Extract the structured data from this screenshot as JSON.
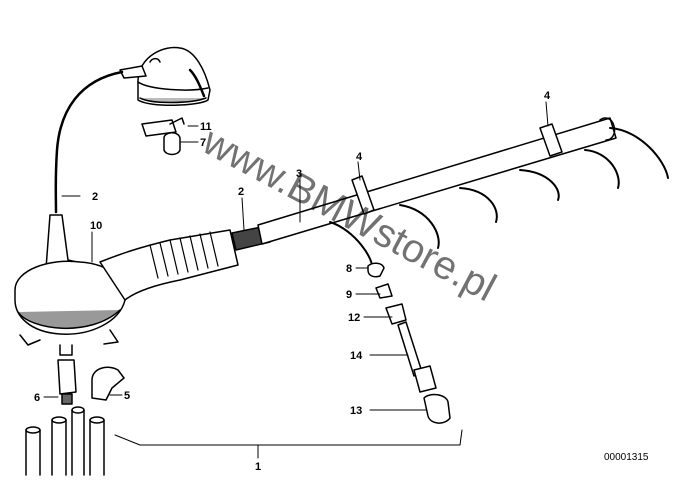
{
  "diagram": {
    "watermark": "www.BMWstore.pl",
    "drawing_number": "00001315",
    "callouts": [
      "1",
      "2",
      "2",
      "3",
      "4",
      "4",
      "5",
      "6",
      "7",
      "8",
      "9",
      "10",
      "11",
      "12",
      "13",
      "14"
    ]
  }
}
